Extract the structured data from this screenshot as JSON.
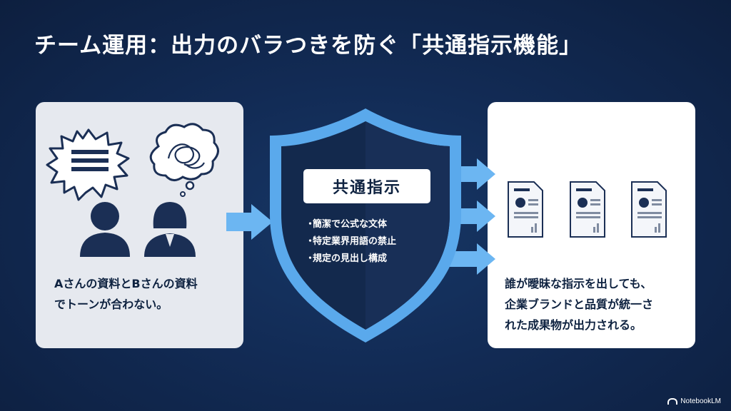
{
  "title": "チーム運用：出力のバラつきを防ぐ「共通指示機能」",
  "left_panel": {
    "caption": "Aさんの資料とBさんの資料\nでトーンが合わない。"
  },
  "shield": {
    "label": "共通指示",
    "items": [
      "簡潔で公式な文体",
      "特定業界用語の禁止",
      "規定の見出し構成"
    ]
  },
  "right_panel": {
    "caption": "誰が曖昧な指示を出しても、\n企業ブランドと品質が統一さ\nれた成果物が出力される。"
  },
  "watermark": "NotebookLM",
  "colors": {
    "background": "#122b55",
    "shield_light": "#5aa9ec",
    "shield_dark": "#13294d",
    "arrow": "#6cb6f2",
    "icon_dark": "#1b2f55"
  }
}
